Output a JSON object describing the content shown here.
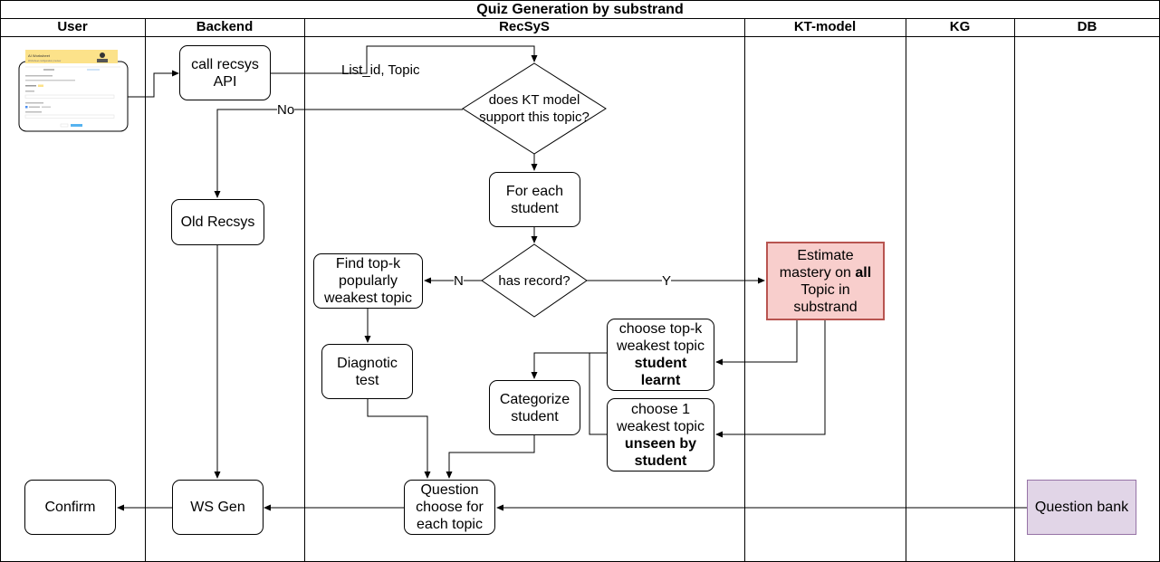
{
  "title": "Quiz Generation by substrand",
  "lanes": [
    "User",
    "Backend",
    "RecSyS",
    "KT-model",
    "KG",
    "DB"
  ],
  "nodes": {
    "call_api": "call recsys\nAPI",
    "kt_support": "does KT model\nsupport this topic?",
    "for_each": "For each\nstudent",
    "old_recsys": "Old Recsys",
    "has_record": "has record?",
    "find_topk": "Find top-k\npopularly\nweakest topic",
    "estimate": {
      "line1": "Estimate",
      "line2_pre": "mastery on ",
      "line2_bold": "all",
      "line3": "Topic in",
      "line4": "substrand"
    },
    "diagnostic": "Diagnotic\ntest",
    "choose_topk": {
      "normal": "choose top-k\nweakest topic",
      "bold": "student\nlearnt"
    },
    "categorize": "Categorize\nstudent",
    "choose_one": {
      "normal": "choose 1\nweakest topic",
      "bold": "unseen by\nstudent"
    },
    "question_choose": "Question\nchoose for\neach topic",
    "ws_gen": "WS Gen",
    "confirm": "Confirm",
    "question_bank": "Question bank"
  },
  "edge_labels": {
    "list_topic": "List_id, Topic",
    "no": "No",
    "n": "N",
    "y": "Y"
  },
  "colors": {
    "estimate_fill": "#f8cecc",
    "estimate_border": "#b85450",
    "bank_fill": "#e1d5e7",
    "bank_border": "#9673a6",
    "thumb_header": "#fce28a"
  },
  "thumbnail": {
    "header": "AI Worksheet",
    "desc": "Worksheet configuration preview"
  }
}
